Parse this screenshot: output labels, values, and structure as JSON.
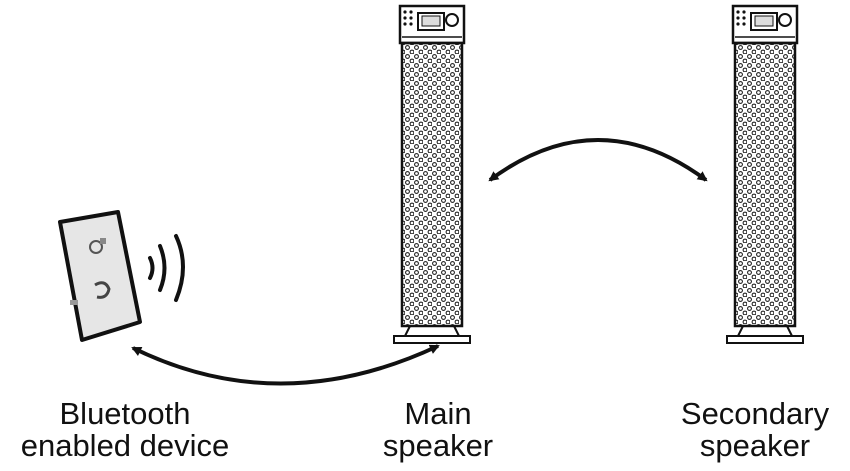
{
  "labels": {
    "device": {
      "line1": "Bluetooth",
      "line2": "enabled device"
    },
    "main": {
      "line1": "Main",
      "line2": "speaker"
    },
    "secondary": {
      "line1": "Secondary",
      "line2": "speaker"
    }
  },
  "colors": {
    "ink": "#111111",
    "device_fill": "#e6e6e6",
    "background": "#ffffff"
  }
}
